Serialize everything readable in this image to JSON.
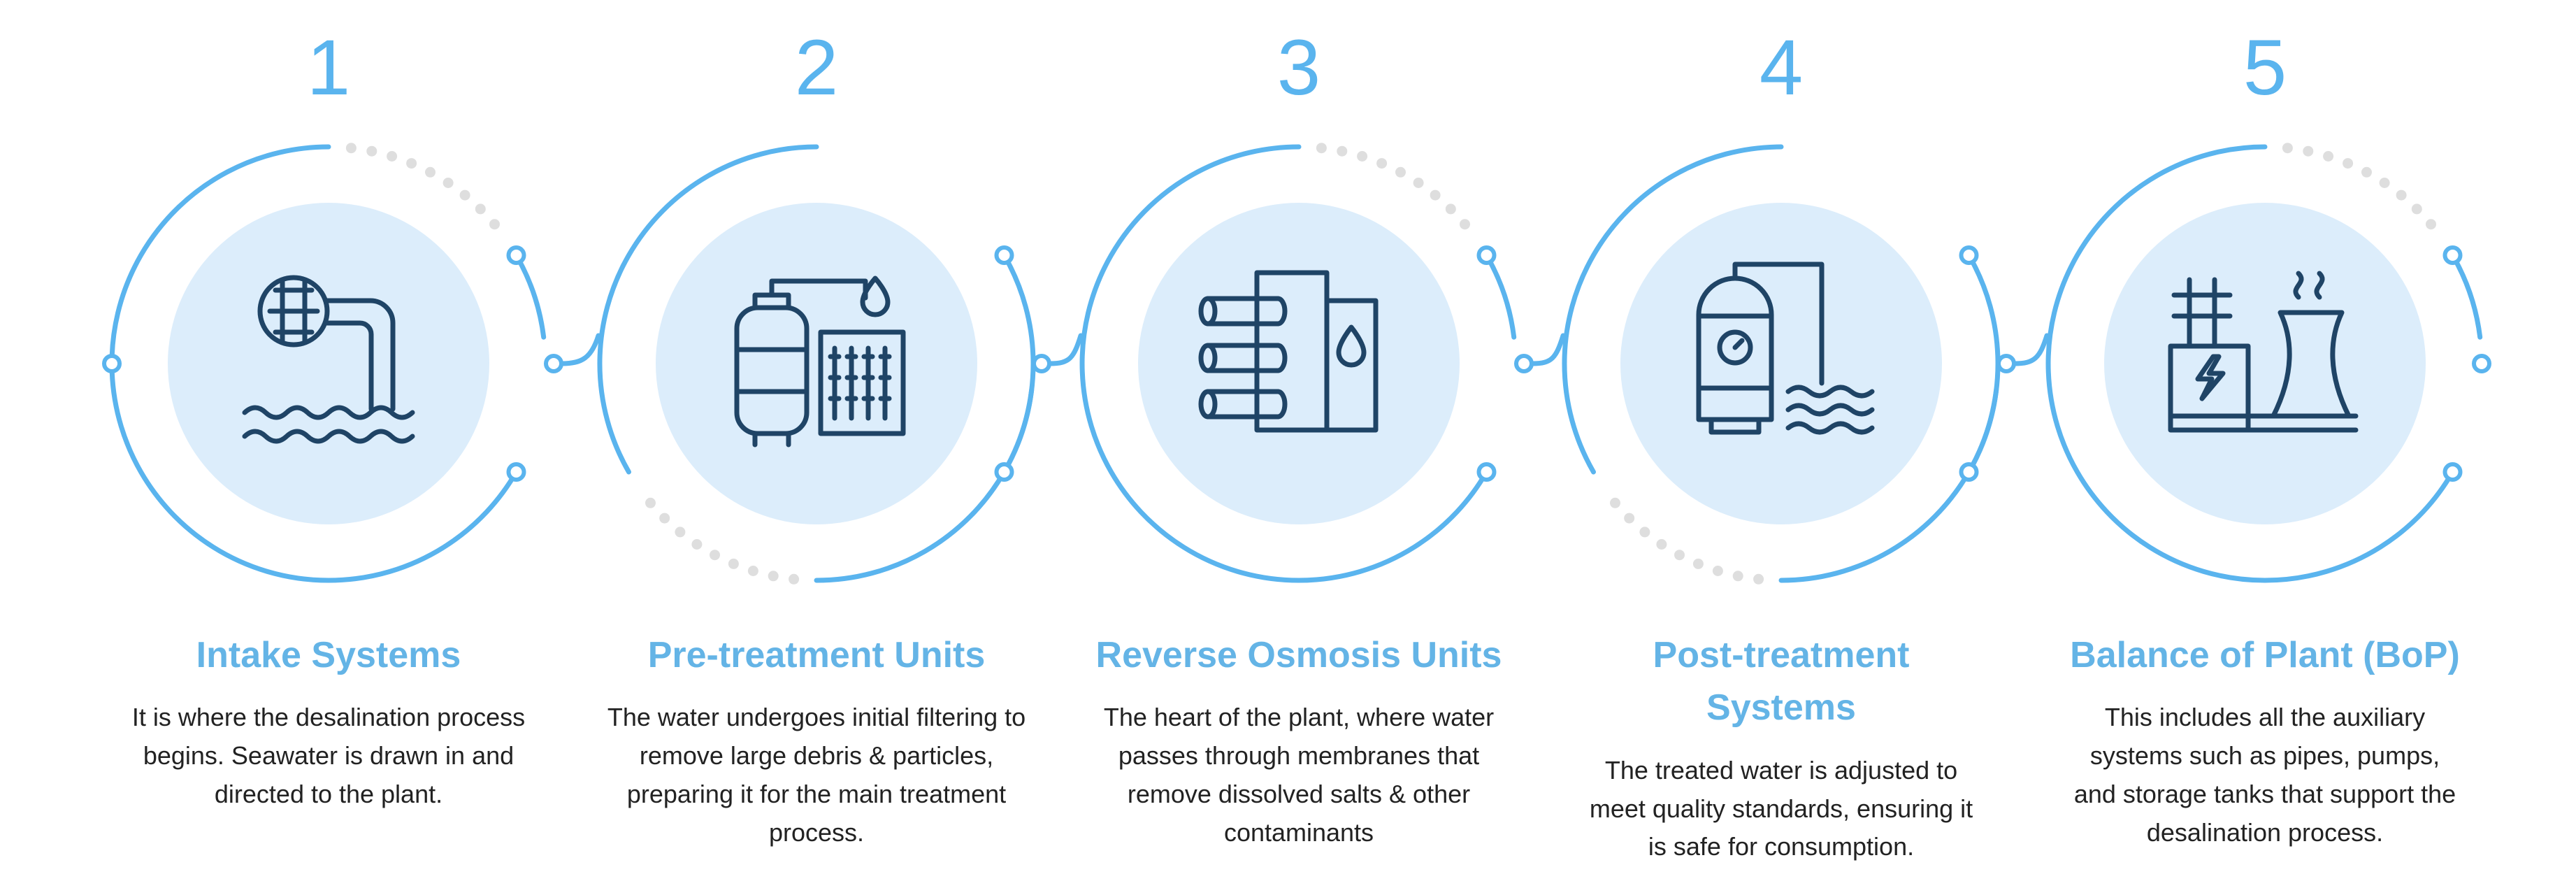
{
  "colors": {
    "accent": "#5ab4ee",
    "circle_fill": "#dcedfb",
    "icon": "#1f4466",
    "dots": "#dedede",
    "title": "#64b4e6",
    "text": "#222222"
  },
  "steps": [
    {
      "number": "1",
      "title": "Intake Systems",
      "description": "It is where the desalination process begins. Seawater is drawn in and directed to the plant.",
      "icon": "intake-pipe-icon"
    },
    {
      "number": "2",
      "title": "Pre-treatment Units",
      "description": "The water undergoes initial filtering to remove large debris & particles, preparing it for the main treatment process.",
      "icon": "filter-tank-icon"
    },
    {
      "number": "3",
      "title": "Reverse Osmosis Units",
      "description": "The heart of the plant, where water passes through membranes that remove dissolved salts & other contaminants",
      "icon": "membrane-unit-icon"
    },
    {
      "number": "4",
      "title": "Post-treatment Systems",
      "description": "The treated water is adjusted to meet quality standards, ensuring it is safe for consumption.",
      "icon": "treatment-tank-icon"
    },
    {
      "number": "5",
      "title": "Balance of Plant (BoP)",
      "description": "This includes all the auxiliary systems such as pipes, pumps, and storage tanks that support the desalination process.",
      "icon": "power-plant-icon"
    }
  ]
}
